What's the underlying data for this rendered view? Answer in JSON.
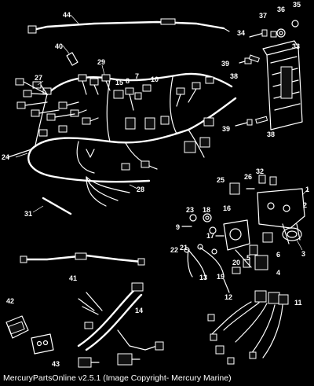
{
  "footer": {
    "caption": "MercuryPartsOnline v2.5.1 (Image Copyright- Mercury Marine)"
  },
  "callouts": {
    "c1": "1",
    "c2": "2",
    "c3": "3",
    "c4": "4",
    "c5": "5",
    "c6": "6",
    "c7": "7",
    "c8": "8",
    "c9": "9",
    "c10": "10",
    "c11": "11",
    "c12": "12",
    "c13": "13",
    "c14": "14",
    "c15": "15",
    "c16": "16",
    "c17": "17",
    "c18": "18",
    "c19": "19",
    "c20": "20",
    "c21": "21",
    "c22": "22",
    "c23": "23",
    "c24": "24",
    "c25": "25",
    "c26": "26",
    "c27": "27",
    "c28": "28",
    "c29": "29",
    "c31": "31",
    "c32": "32",
    "c33": "33",
    "c34": "34",
    "c35": "35",
    "c36": "36",
    "c37": "37",
    "c38a": "38",
    "c38b": "38",
    "c39a": "39",
    "c39b": "39",
    "c40": "40",
    "c41": "41",
    "c42": "42",
    "c43": "43",
    "c44": "44"
  }
}
